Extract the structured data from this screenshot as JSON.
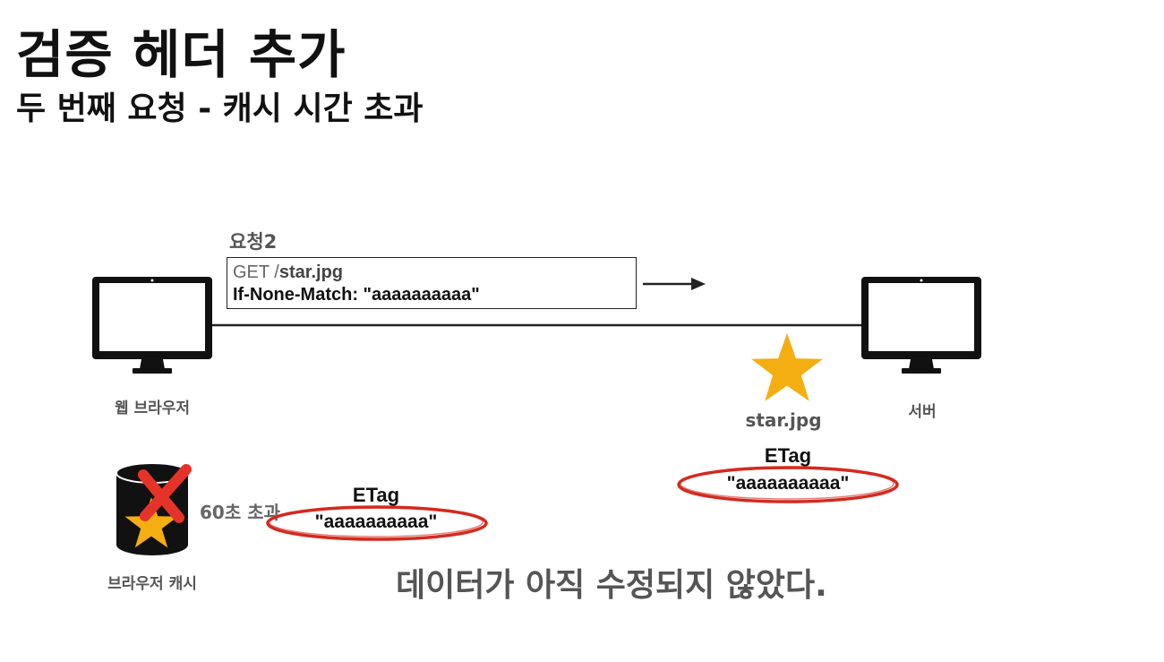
{
  "header": {
    "title": "검증 헤더 추가",
    "subtitle": "두 번째 요청 - 캐시 시간 초과"
  },
  "request": {
    "label": "요청2",
    "line1_prefix": "GET /",
    "line1_path": "star.jpg",
    "line2": "If-None-Match: \"aaaaaaaaaa\""
  },
  "client": {
    "caption": "웹 브라우저"
  },
  "server": {
    "caption": "서버",
    "resource_name": "star.jpg",
    "etag_label": "ETag",
    "etag_value": "\"aaaaaaaaaa\""
  },
  "cache": {
    "caption": "브라우저 캐시",
    "expired_text": "60초 초과",
    "etag_label": "ETag",
    "etag_value": "\"aaaaaaaaaa\""
  },
  "message": "데이터가 아직 수정되지 않았다.",
  "colors": {
    "star": "#F5AE12",
    "highlight": "#D42A1E",
    "cross": "#E5332A",
    "monitor": "#111111"
  }
}
